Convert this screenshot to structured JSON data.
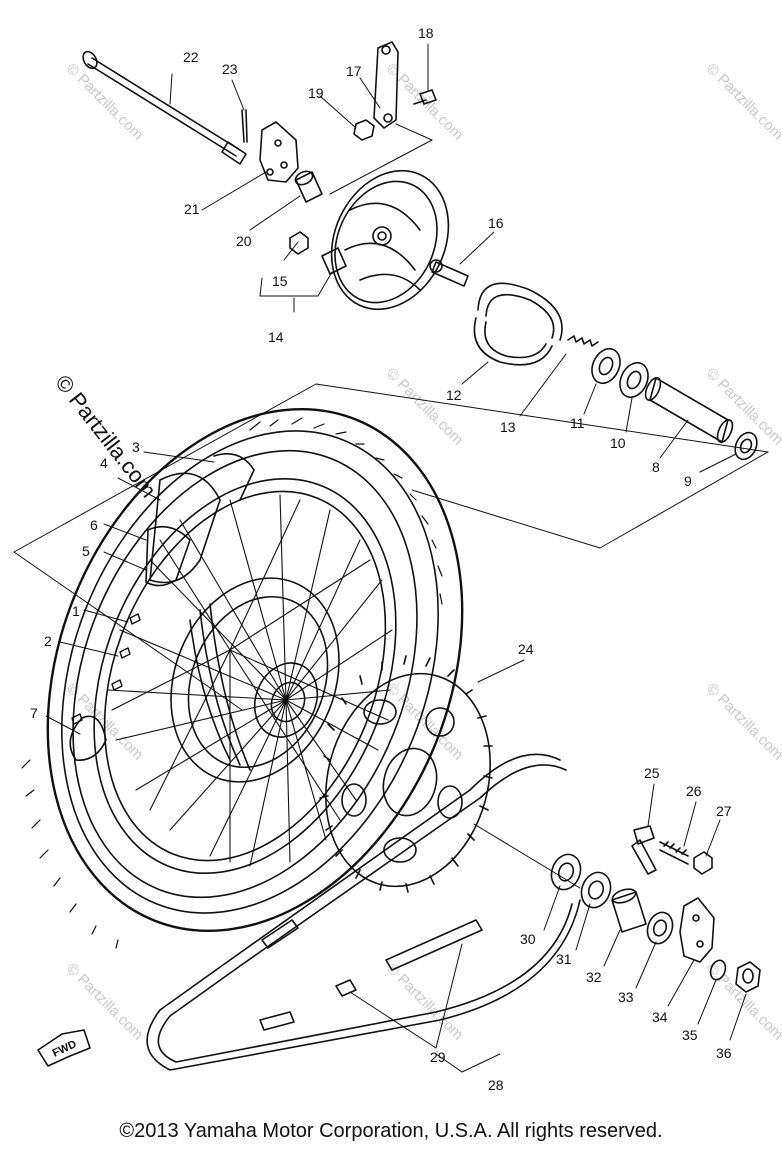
{
  "diagram": {
    "parts": [
      {
        "id": "1",
        "label": "1"
      },
      {
        "id": "2",
        "label": "2"
      },
      {
        "id": "3",
        "label": "3"
      },
      {
        "id": "4",
        "label": "4"
      },
      {
        "id": "5",
        "label": "5"
      },
      {
        "id": "6",
        "label": "6"
      },
      {
        "id": "7",
        "label": "7"
      },
      {
        "id": "8",
        "label": "8"
      },
      {
        "id": "9",
        "label": "9"
      },
      {
        "id": "10",
        "label": "10"
      },
      {
        "id": "11",
        "label": "11"
      },
      {
        "id": "12",
        "label": "12"
      },
      {
        "id": "13",
        "label": "13"
      },
      {
        "id": "14",
        "label": "14"
      },
      {
        "id": "15",
        "label": "15"
      },
      {
        "id": "16",
        "label": "16"
      },
      {
        "id": "17",
        "label": "17"
      },
      {
        "id": "18",
        "label": "18"
      },
      {
        "id": "19",
        "label": "19"
      },
      {
        "id": "20",
        "label": "20"
      },
      {
        "id": "21",
        "label": "21"
      },
      {
        "id": "22",
        "label": "22"
      },
      {
        "id": "23",
        "label": "23"
      },
      {
        "id": "24",
        "label": "24"
      },
      {
        "id": "25",
        "label": "25"
      },
      {
        "id": "26",
        "label": "26"
      },
      {
        "id": "27",
        "label": "27"
      },
      {
        "id": "28",
        "label": "28"
      },
      {
        "id": "29",
        "label": "29"
      },
      {
        "id": "30",
        "label": "30"
      },
      {
        "id": "31",
        "label": "31"
      },
      {
        "id": "32",
        "label": "32"
      },
      {
        "id": "33",
        "label": "33"
      },
      {
        "id": "34",
        "label": "34"
      },
      {
        "id": "35",
        "label": "35"
      },
      {
        "id": "36",
        "label": "36"
      }
    ],
    "fwd_label": "FWD"
  },
  "watermark": {
    "main": "© Partzilla.com",
    "repeat": "© Partzilla.com"
  },
  "footer": {
    "copyright": "©2013  Yamaha Motor Corporation, U.S.A. All rights reserved."
  }
}
